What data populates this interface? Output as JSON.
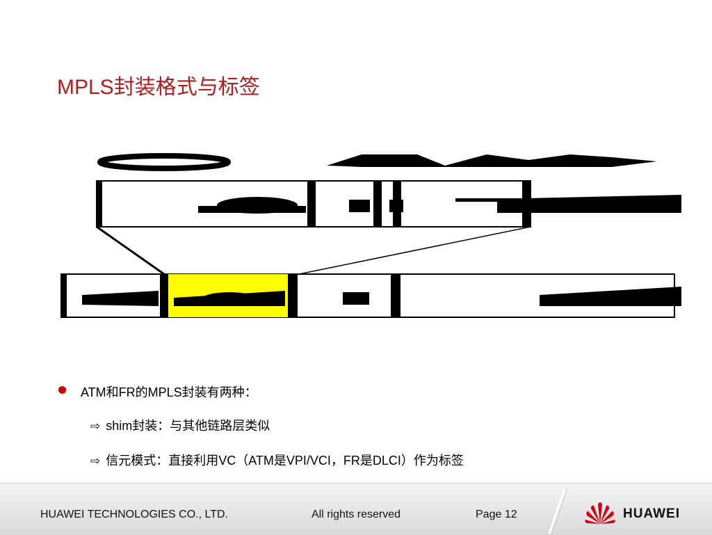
{
  "title": "MPLS封装格式与标签",
  "bullets": {
    "main": "ATM和FR的MPLS封装有两种：",
    "sub": [
      {
        "arrow": "⇨",
        "text": "shim封装：与其他链路层类似"
      },
      {
        "arrow": "⇨",
        "text": "信元模式：直接利用VC（ATM是VPI/VCI，FR是DLCI）作为标签"
      }
    ]
  },
  "footer": {
    "company": "HUAWEI TECHNOLOGIES CO., LTD.",
    "rights": "All rights reserved",
    "page": "Page 12",
    "brand": "HUAWEI"
  },
  "colors": {
    "title": "#b11d1d",
    "bullet": "#cc0000",
    "highlight": "#ffff00",
    "logo_red": "#d7000f"
  },
  "icons": [
    "bullet-dot-icon",
    "arrow-right-icon",
    "huawei-logo-icon"
  ]
}
